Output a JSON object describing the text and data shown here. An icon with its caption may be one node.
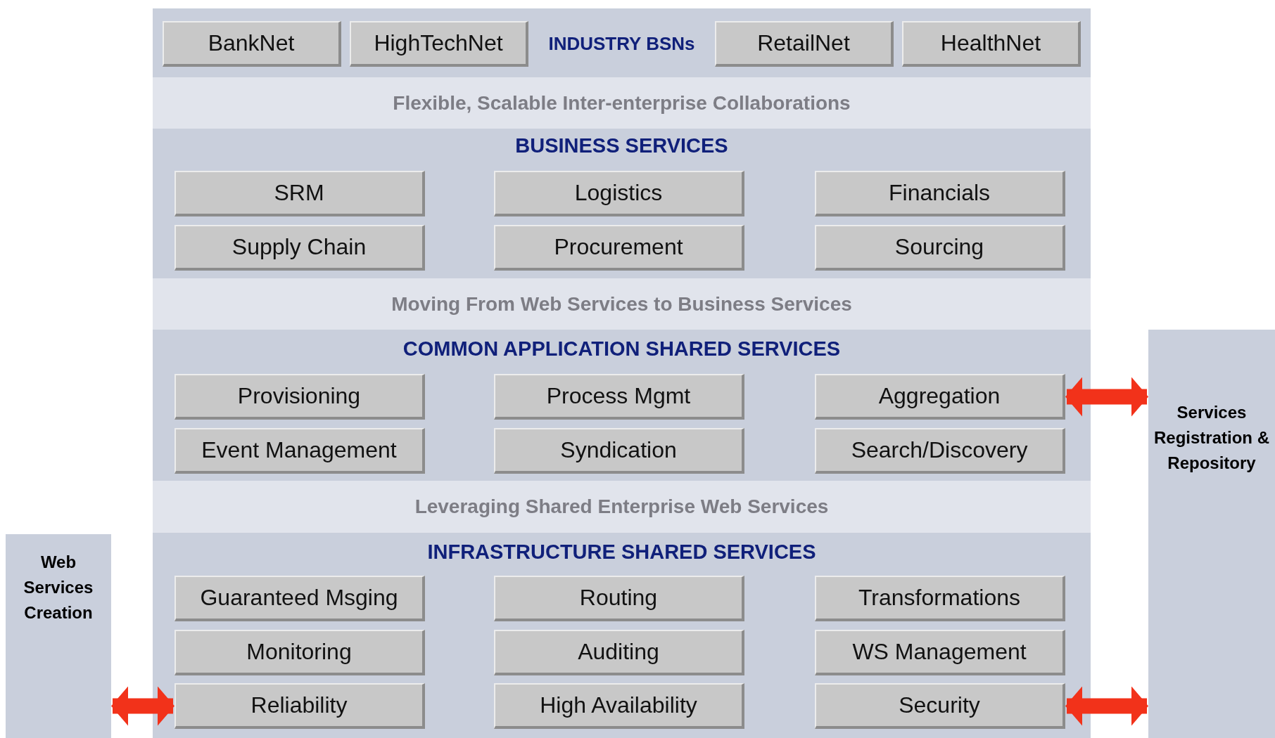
{
  "diagram": {
    "nodes": [
      {
        "text": [
          "INDUSTRY BSNs"
        ]
      },
      {
        "text": [
          "BankNet"
        ],
        "in": 0
      },
      {
        "text": [
          "HighTechNet"
        ],
        "in": 0
      },
      {
        "text": [
          "RetailNet"
        ],
        "in": 0
      },
      {
        "text": [
          "HealthNet"
        ],
        "in": 0
      },
      {
        "text": [
          "Flexible, Scalable Inter-enterprise Collaborations"
        ]
      },
      {
        "text": [
          "BUSINESS SERVICES"
        ]
      },
      {
        "text": [
          "SRM"
        ],
        "in": 6
      },
      {
        "text": [
          "Logistics"
        ],
        "in": 6
      },
      {
        "text": [
          "Financials"
        ],
        "in": 6
      },
      {
        "text": [
          "Supply Chain"
        ],
        "in": 6
      },
      {
        "text": [
          "Procurement"
        ],
        "in": 6
      },
      {
        "text": [
          "Sourcing"
        ],
        "in": 6
      },
      {
        "text": [
          "Moving From Web Services to Business Services"
        ]
      },
      {
        "text": [
          "COMMON APPLICATION SHARED SERVICES"
        ]
      },
      {
        "text": [
          "Provisioning"
        ],
        "in": 14
      },
      {
        "text": [
          "Process Mgmt"
        ],
        "in": 14
      },
      {
        "text": [
          "Aggregation"
        ],
        "in": 14
      },
      {
        "text": [
          "Event Management"
        ],
        "in": 14
      },
      {
        "text": [
          "Syndication"
        ],
        "in": 14
      },
      {
        "text": [
          "Search/Discovery"
        ],
        "in": 14
      },
      {
        "text": [
          "Leveraging Shared Enterprise Web Services"
        ]
      },
      {
        "text": [
          "INFRASTRUCTURE SHARED SERVICES"
        ]
      },
      {
        "text": [
          "Guaranteed Msging"
        ],
        "in": 22
      },
      {
        "text": [
          "Routing"
        ],
        "in": 22
      },
      {
        "text": [
          "Transformations"
        ],
        "in": 22
      },
      {
        "text": [
          "Monitoring"
        ],
        "in": 22
      },
      {
        "text": [
          "Auditing"
        ],
        "in": 22
      },
      {
        "text": [
          "WS Management"
        ],
        "in": 22
      },
      {
        "text": [
          "Reliability"
        ],
        "in": 22
      },
      {
        "text": [
          "High Availability"
        ],
        "in": 22
      },
      {
        "text": [
          "Security"
        ],
        "in": 22
      },
      {
        "text": [
          "Services Registration & Repository"
        ]
      },
      {
        "text": [
          "Web Services Creation"
        ]
      }
    ],
    "edges": [
      {
        "from": 17,
        "to": 32,
        "arrow": "both"
      },
      {
        "from": 31,
        "to": 32,
        "arrow": "both"
      },
      {
        "from": 33,
        "to": 29,
        "arrow": "both"
      }
    ]
  }
}
